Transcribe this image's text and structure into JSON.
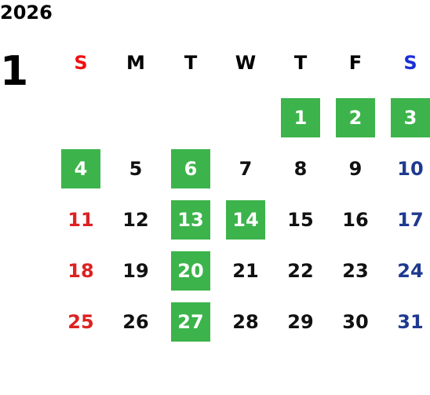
{
  "year": "2026",
  "month": "1",
  "weekdays": [
    "S",
    "M",
    "T",
    "W",
    "T",
    "F",
    "S"
  ],
  "colors": {
    "sunday_header": "#ee1111",
    "saturday_header": "#1a2fd6",
    "sunday": "#dd2222",
    "saturday": "#1f3a8f",
    "highlight": "#3cb44b",
    "highlight_text": "#ffffff"
  },
  "days": [
    {
      "label": "1",
      "highlighted": true
    },
    {
      "label": "2",
      "highlighted": true
    },
    {
      "label": "3",
      "highlighted": true
    },
    {
      "label": "4",
      "highlighted": true
    },
    {
      "label": "5",
      "highlighted": false
    },
    {
      "label": "6",
      "highlighted": true
    },
    {
      "label": "7",
      "highlighted": false
    },
    {
      "label": "8",
      "highlighted": false
    },
    {
      "label": "9",
      "highlighted": false
    },
    {
      "label": "10",
      "highlighted": false
    },
    {
      "label": "11",
      "highlighted": false
    },
    {
      "label": "12",
      "highlighted": false
    },
    {
      "label": "13",
      "highlighted": true
    },
    {
      "label": "14",
      "highlighted": true
    },
    {
      "label": "15",
      "highlighted": false
    },
    {
      "label": "16",
      "highlighted": false
    },
    {
      "label": "17",
      "highlighted": false
    },
    {
      "label": "18",
      "highlighted": false
    },
    {
      "label": "19",
      "highlighted": false
    },
    {
      "label": "20",
      "highlighted": true
    },
    {
      "label": "21",
      "highlighted": false
    },
    {
      "label": "22",
      "highlighted": false
    },
    {
      "label": "23",
      "highlighted": false
    },
    {
      "label": "24",
      "highlighted": false
    },
    {
      "label": "25",
      "highlighted": false
    },
    {
      "label": "26",
      "highlighted": false
    },
    {
      "label": "27",
      "highlighted": true
    },
    {
      "label": "28",
      "highlighted": false
    },
    {
      "label": "29",
      "highlighted": false
    },
    {
      "label": "30",
      "highlighted": false
    },
    {
      "label": "31",
      "highlighted": false
    }
  ]
}
